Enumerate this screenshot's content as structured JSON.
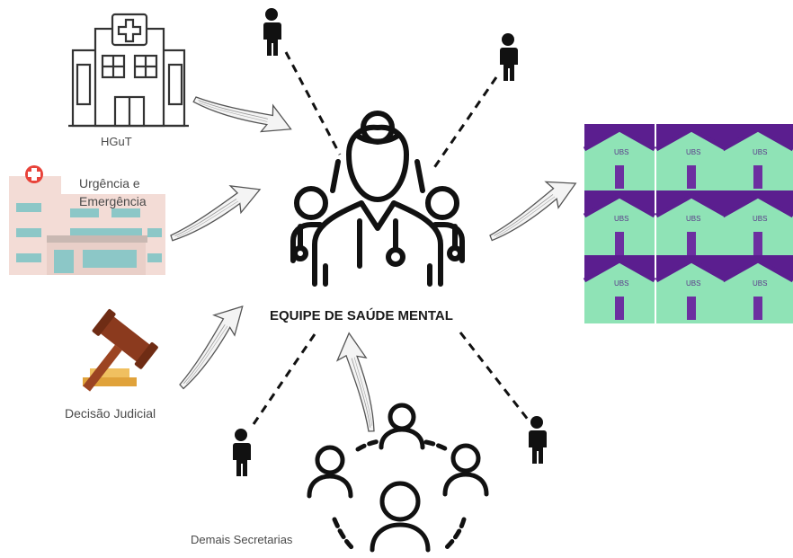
{
  "center": {
    "title": "EQUIPE DE SAÚDE MENTAL"
  },
  "nodes": {
    "hospital": "HGuT",
    "emergency": "Urgência e Emergência",
    "judicial": "Decisão Judicial",
    "secretariats": "Demais Secretarias"
  },
  "ubs_grid": {
    "label": "UBS",
    "rows": 3,
    "cols": 3
  },
  "colors": {
    "ubs_roof": "#5b1e8f",
    "ubs_wall": "#8fe3b6",
    "ubs_door": "#6c2fa0",
    "emergency_cross": "#e8433a",
    "gavel": "#8b3a1e",
    "gavel_base": "#e0a23a",
    "line": "#1a1a1a"
  }
}
